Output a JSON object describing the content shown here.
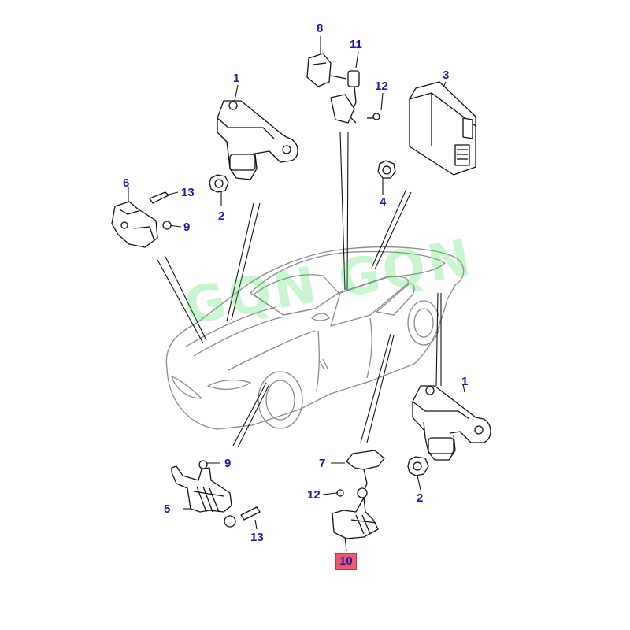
{
  "watermark": "GQN GQN",
  "callouts": {
    "c1_top": "1",
    "c1_bottom": "1",
    "c2_top": "2",
    "c2_bottom": "2",
    "c3": "3",
    "c4": "4",
    "c5": "5",
    "c6": "6",
    "c7": "7",
    "c8": "8",
    "c9_top": "9",
    "c9_bottom": "9",
    "c10": "10",
    "c11": "11",
    "c12_top": "12",
    "c12_bottom": "12",
    "c13_top": "13",
    "c13_bottom": "13"
  },
  "colors": {
    "callout_text": "#1a1aa8",
    "highlight_fill": "#ea5a6e",
    "line_art": "#111111",
    "car_outline": "#8a8a8a"
  }
}
